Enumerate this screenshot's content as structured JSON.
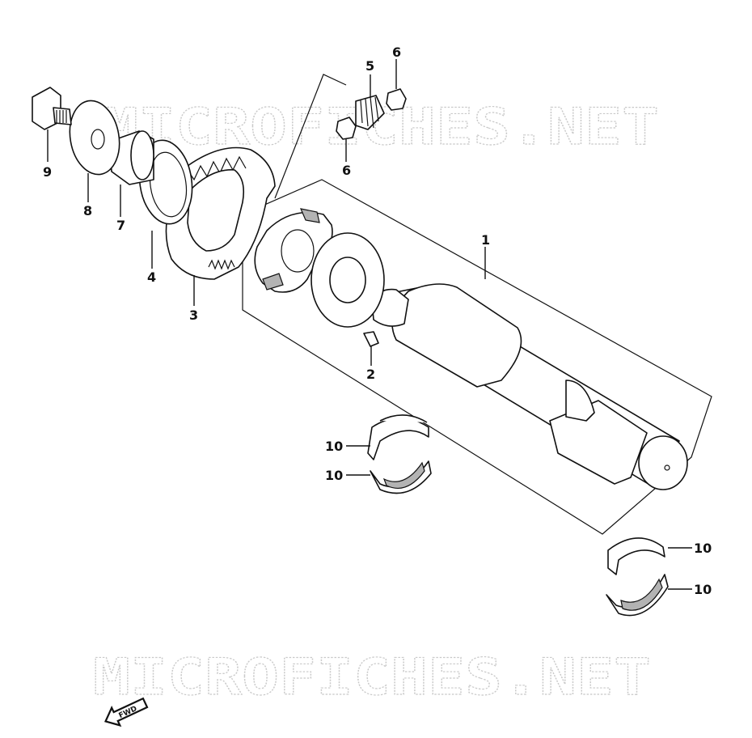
{
  "watermark": {
    "text_top": "MICROFICHES.NET",
    "text_bottom": "MICROFICHES.NET"
  },
  "fwd_badge": {
    "text": "FWD"
  },
  "callouts": {
    "c1": "1",
    "c2": "2",
    "c3": "3",
    "c4": "4",
    "c5": "5",
    "c6a": "6",
    "c6b": "6",
    "c7": "7",
    "c8": "8",
    "c9": "9",
    "c10a": "10",
    "c10b": "10",
    "c10c": "10",
    "c10d": "10"
  }
}
